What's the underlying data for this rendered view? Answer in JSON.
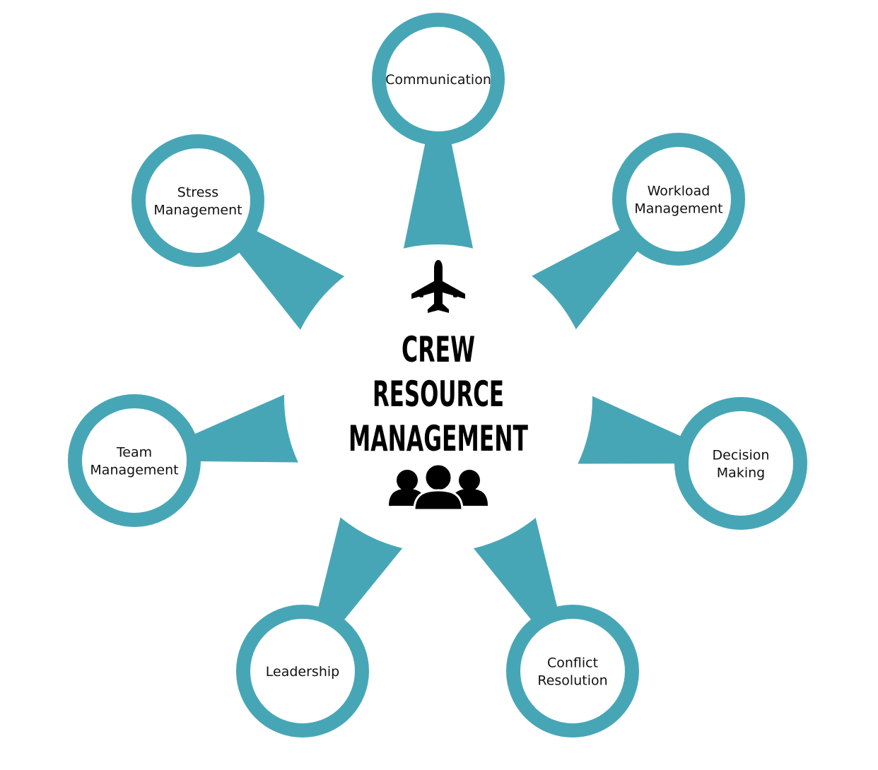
{
  "colors": {
    "accent": "#47a6b6",
    "node_fill": "#ffffff",
    "icon": "#000000",
    "text": "#111111"
  },
  "center": {
    "title_lines": [
      "CREW",
      "RESOURCE",
      "MANAGEMENT"
    ],
    "top_icon": "airplane-icon",
    "bottom_icon": "people-group-icon"
  },
  "nodes": [
    {
      "id": "communication",
      "lines": [
        "Communication"
      ]
    },
    {
      "id": "workload-management",
      "lines": [
        "Workload",
        "Management"
      ]
    },
    {
      "id": "decision-making",
      "lines": [
        "Decision",
        "Making"
      ]
    },
    {
      "id": "conflict-resolution",
      "lines": [
        "Conflict",
        "Resolution"
      ]
    },
    {
      "id": "leadership",
      "lines": [
        "Leadership"
      ]
    },
    {
      "id": "team-management",
      "lines": [
        "Team",
        "Management"
      ]
    },
    {
      "id": "stress-management",
      "lines": [
        "Stress",
        "Management"
      ]
    }
  ]
}
